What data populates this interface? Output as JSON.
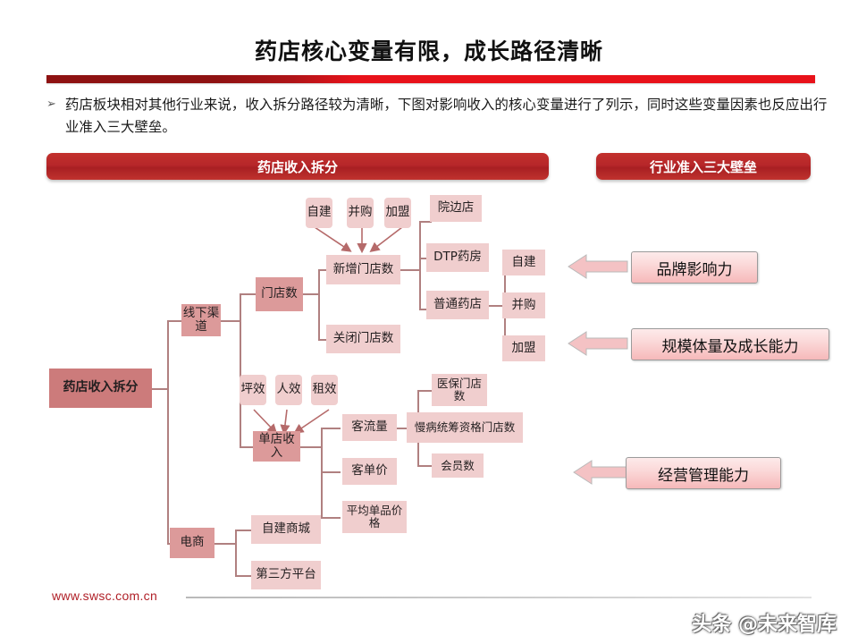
{
  "slide": {
    "title": "药店核心变量有限，成长路径清晰",
    "bullet_marker": "➢",
    "bullet_text": "药店板块相对其他行业来说，收入拆分路径较为清晰，下图对影响收入的核心变量进行了列示，同时这些变量因素也反应出行业准入三大壁垒。"
  },
  "banners": {
    "left": "药店收入拆分",
    "right": "行业准入三大壁垒"
  },
  "diagram": {
    "root": "药店收入拆分",
    "channel_offline": "线下渠道",
    "channel_ecom": "电商",
    "store_count": "门店数",
    "new_stores": "新增门店数",
    "closed_stores": "关闭门店数",
    "new_modes": [
      "自建",
      "并购",
      "加盟"
    ],
    "store_types": [
      "院边店",
      "DTP药房",
      "普通药店"
    ],
    "common_store_modes": [
      "自建",
      "并购",
      "加盟"
    ],
    "store_revenue": "单店收入",
    "efficiency": [
      "坪效",
      "人效",
      "租效"
    ],
    "revenue_drivers": [
      "客流量",
      "客单价",
      "平均单品价格"
    ],
    "traffic_drivers": [
      "医保门店数",
      "慢病统筹资格门店数",
      "会员数"
    ],
    "ecom_channels": [
      "自建商城",
      "第三方平台"
    ]
  },
  "barriers": [
    "品牌影响力",
    "规模体量及成长能力",
    "经营管理能力"
  ],
  "footer": {
    "url": "www.swsc.com.cn",
    "watermark": "头条 @未来智库"
  },
  "colors": {
    "brand_red": "#b7272a",
    "rule_red": "#e8121a",
    "rule_dark": "#8e1212",
    "root_box": "#cc7b7b",
    "level1_box": "#dc9a9a",
    "level2_box": "#e8b6b6",
    "level3_box": "#f0cece",
    "connector": "#b08080",
    "barrier_pink": "#f6b9ba",
    "footer_url": "#b02028"
  }
}
